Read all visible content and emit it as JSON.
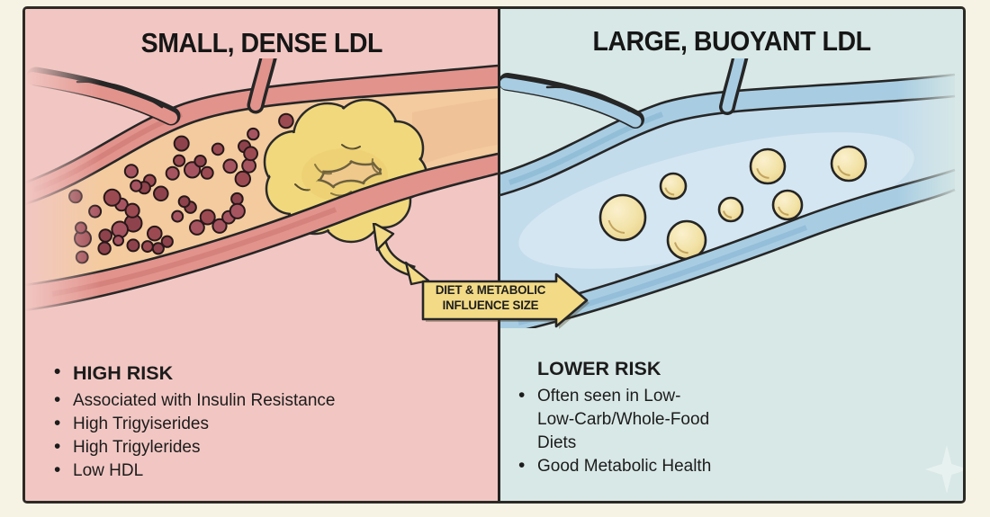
{
  "left_panel": {
    "title": "SMALL, DENSE LDL",
    "risk_header": "HIGH RISK",
    "bullets": [
      "Associated with Insulin Resistance",
      "High Trigyiserides",
      "High Trigylerides",
      "Low HDL"
    ]
  },
  "right_panel": {
    "title": "LARGE, BUOYANT LDL",
    "risk_header": "LOWER RISK",
    "bullets": [
      "Often seen in Low-\nLow-Carb/Whole-Food\nDiets",
      "Good Metabolic Health"
    ]
  },
  "center_banner": {
    "line1": "DIET & METABOLIC",
    "line2": "INFLUENCE SIZE"
  },
  "palette": {
    "page_background": "#f6f2e4",
    "left_panel_background": "#f2c7c3",
    "right_panel_background": "#d8e8e6",
    "frame_line": "#2c2a25",
    "artery_wall": "#e2938c",
    "artery_lumen": "#f3cb9e",
    "small_ldl_particle": "#9c4a52",
    "plaque": "#f1d87c",
    "vein_wall": "#a8cde2",
    "vein_lumen": "#d5e7f1",
    "large_ldl_ball": "#f2e2a6",
    "banner_fill": "#f2da86",
    "outline_ink": "#262626"
  },
  "illustration": {
    "left": {
      "particle_count": 46,
      "particle_colors": [
        "#9c4a52",
        "#a65560",
        "#8e434c"
      ]
    },
    "right": {
      "ldl_count": 7
    }
  }
}
